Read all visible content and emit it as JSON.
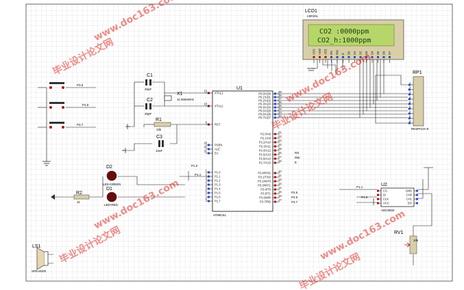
{
  "watermark": {
    "cn": "毕业设计论文网",
    "url": "www.doc163.com",
    "url_spaced": "W W W . d o c 1 6 3 . c o m",
    "color": "#e0302a"
  },
  "lcd": {
    "ref": "LCD1",
    "model": "LM016L",
    "line1": "CO2 :0000ppm",
    "line2": "CO2_h:1000ppm",
    "pins": [
      "VSS",
      "VDD",
      "VEE",
      "RS",
      "RW",
      "E",
      "D0",
      "D1",
      "D2",
      "D3",
      "D4",
      "D5",
      "D6",
      "D7"
    ],
    "background": "#b6d66a"
  },
  "mcu": {
    "ref": "U1",
    "model": "AT89C51",
    "left_pins": [
      {
        "num": "19",
        "name": "XTAL1"
      },
      {
        "num": "18",
        "name": "XTAL2"
      },
      {
        "num": "9",
        "name": "RST"
      },
      {
        "num": "29",
        "name": "PSEN"
      },
      {
        "num": "30",
        "name": "ALE"
      },
      {
        "num": "31",
        "name": "EA"
      },
      {
        "num": "1",
        "name": "P1.0"
      },
      {
        "num": "2",
        "name": "P1.1"
      },
      {
        "num": "3",
        "name": "P1.2"
      },
      {
        "num": "4",
        "name": "P1.3"
      },
      {
        "num": "5",
        "name": "P1.4"
      },
      {
        "num": "6",
        "name": "P1.5"
      },
      {
        "num": "7",
        "name": "P1.6"
      },
      {
        "num": "8",
        "name": "P1.7"
      }
    ],
    "right_pins": [
      {
        "num": "39",
        "name": "P0.0/AD0"
      },
      {
        "num": "38",
        "name": "P0.1/AD1"
      },
      {
        "num": "37",
        "name": "P0.2/AD2"
      },
      {
        "num": "36",
        "name": "P0.3/AD3"
      },
      {
        "num": "35",
        "name": "P0.4/AD4"
      },
      {
        "num": "34",
        "name": "P0.5/AD5"
      },
      {
        "num": "33",
        "name": "P0.6/AD6"
      },
      {
        "num": "32",
        "name": "P0.7/AD7"
      },
      {
        "num": "21",
        "name": "P2.0/A8"
      },
      {
        "num": "22",
        "name": "P2.1/A9"
      },
      {
        "num": "23",
        "name": "P2.2/A10"
      },
      {
        "num": "24",
        "name": "P2.3/A11"
      },
      {
        "num": "25",
        "name": "P2.4/A12"
      },
      {
        "num": "26",
        "name": "P2.5/A13"
      },
      {
        "num": "27",
        "name": "P2.6/A14"
      },
      {
        "num": "28",
        "name": "P2.7/A15"
      },
      {
        "num": "10",
        "name": "P3.0/RXD"
      },
      {
        "num": "11",
        "name": "P3.1/TXD"
      },
      {
        "num": "12",
        "name": "P3.2/INT0"
      },
      {
        "num": "13",
        "name": "P3.3/INT1"
      },
      {
        "num": "14",
        "name": "P3.4/T0"
      },
      {
        "num": "15",
        "name": "P3.5/T1"
      },
      {
        "num": "16",
        "name": "P3.6/WR"
      },
      {
        "num": "17",
        "name": "P3.7/RD"
      }
    ],
    "p2_labels": [
      "RS",
      "RW",
      "E"
    ],
    "p3_labels": [
      "P3.5",
      "P3.6",
      "P3.7"
    ],
    "p1_labels": [
      "P1.0",
      "P1.1"
    ]
  },
  "crystal": {
    "ref": "X1",
    "value": "11.0592MHz"
  },
  "caps": [
    {
      "ref": "C1",
      "value": "30pF"
    },
    {
      "ref": "C2",
      "value": "30pF"
    },
    {
      "ref": "C3",
      "value": "10uF"
    }
  ],
  "resistors": [
    {
      "ref": "R1",
      "value": "10k"
    },
    {
      "ref": "R2",
      "value": "1k"
    }
  ],
  "leds": [
    {
      "ref": "D2",
      "model": "LED-GREEN",
      "color": "#7a1010"
    },
    {
      "ref": "D1",
      "model": "LED-RED",
      "color": "#7a1010"
    }
  ],
  "buttons": [
    {
      "net": "P3.5"
    },
    {
      "net": "P3.6"
    },
    {
      "net": "P3.7"
    }
  ],
  "respack": {
    "ref": "RP1",
    "model": "RESPACK-8",
    "pins": [
      "1",
      "2",
      "3",
      "4",
      "5",
      "6",
      "7",
      "8",
      "9"
    ]
  },
  "speaker": {
    "ref": "LS1",
    "model": "SPEAKER"
  },
  "adc": {
    "ref": "U2",
    "model": "ADC0832",
    "left_pins": [
      "CS",
      "DI",
      "CLK",
      "VCC"
    ],
    "right_pins": [
      "GND",
      "CH0",
      "CH1",
      "DO"
    ],
    "nets": [
      "P1.1",
      "P1.0"
    ]
  },
  "pot": {
    "ref": "RV1",
    "value": "10k"
  }
}
